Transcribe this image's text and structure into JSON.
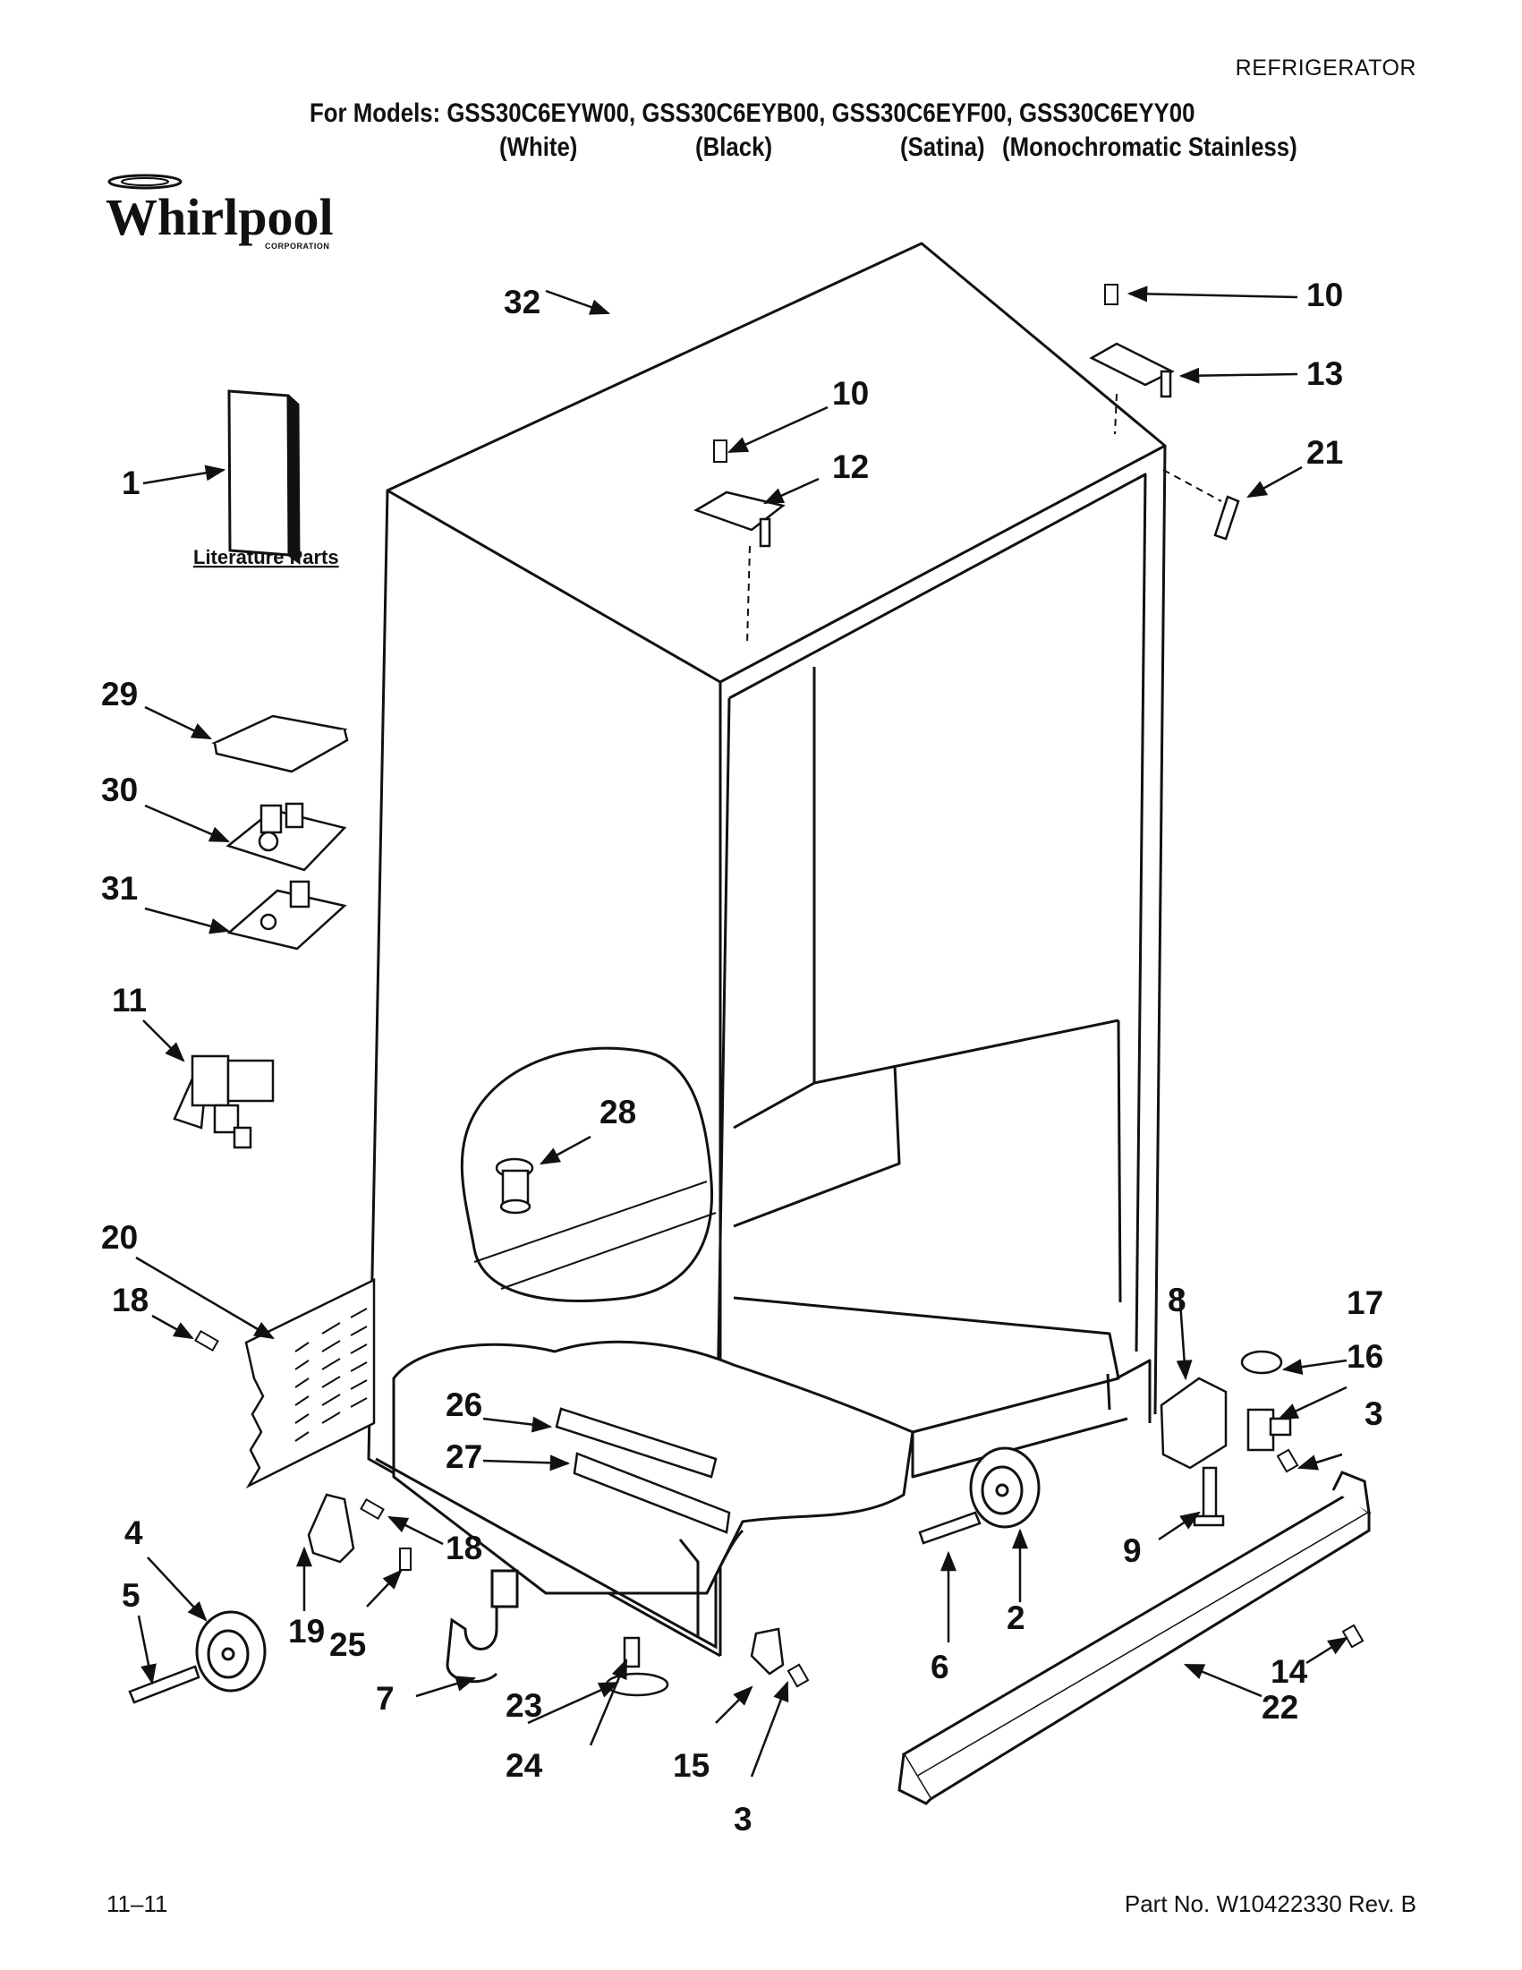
{
  "header": {
    "category": "REFRIGERATOR",
    "models_line": "For Models: GSS30C6EYW00, GSS30C6EYB00, GSS30C6EYF00, GSS30C6EYY00",
    "variants": [
      "(White)",
      "(Black)",
      "(Satina)",
      "(Monochromatic Stainless)"
    ]
  },
  "brand": {
    "name": "Whirlpool",
    "sub": "CORPORATION"
  },
  "literature_label": "Literature Parts",
  "callouts": {
    "c1": "1",
    "c2": "2",
    "c3a": "3",
    "c3b": "3",
    "c4": "4",
    "c5": "5",
    "c6": "6",
    "c7": "7",
    "c8": "8",
    "c9": "9",
    "c10a": "10",
    "c10b": "10",
    "c11": "11",
    "c12": "12",
    "c13": "13",
    "c14": "14",
    "c15": "15",
    "c16": "16",
    "c17": "17",
    "c18a": "18",
    "c18b": "18",
    "c19": "19",
    "c20": "20",
    "c21": "21",
    "c22": "22",
    "c23": "23",
    "c24": "24",
    "c25": "25",
    "c26": "26",
    "c27": "27",
    "c28": "28",
    "c29": "29",
    "c30": "30",
    "c31": "31",
    "c32": "32"
  },
  "footer": {
    "date": "11–11",
    "part_no": "Part No. W10422330 Rev. B"
  }
}
